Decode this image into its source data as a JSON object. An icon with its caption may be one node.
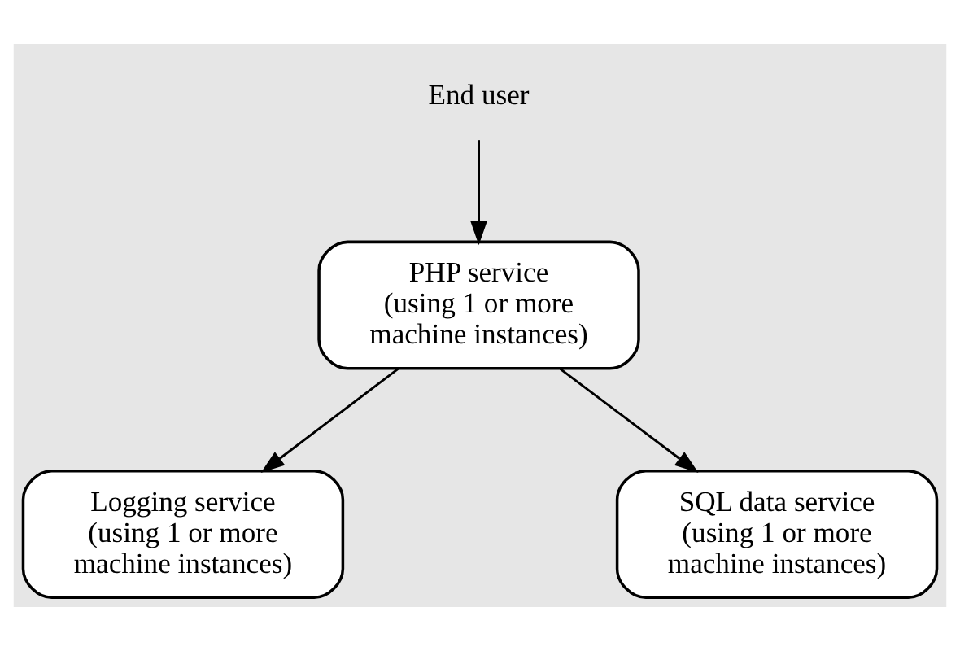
{
  "diagram": {
    "nodes": [
      {
        "text": [
          "End user"
        ]
      },
      {
        "text": [
          "PHP service",
          "(using 1 or more machine instances)"
        ]
      },
      {
        "text": [
          "Logging service",
          "(using 1 or more machine instances)"
        ]
      },
      {
        "text": [
          "SQL data service",
          "(using 1 or more machine instances)"
        ]
      }
    ],
    "edges": [
      {
        "from": 0,
        "to": 1,
        "arrow": "to"
      },
      {
        "from": 1,
        "to": 2,
        "arrow": "to"
      },
      {
        "from": 1,
        "to": 3,
        "arrow": "to"
      }
    ]
  }
}
